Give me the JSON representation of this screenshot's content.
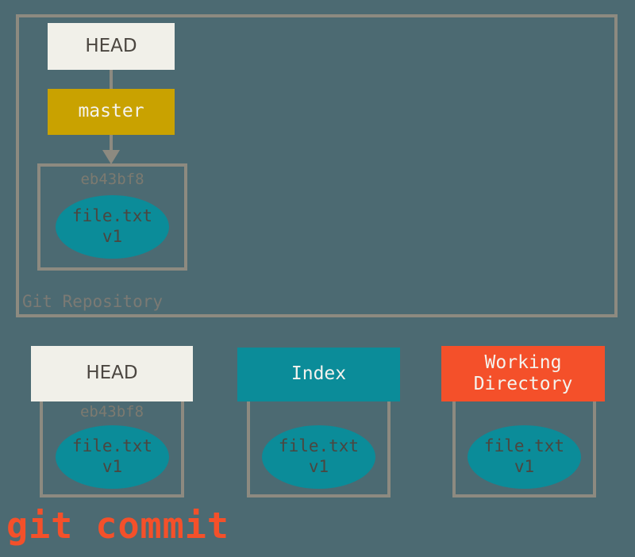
{
  "diagram": {
    "title": "git commit",
    "caption": "git commit",
    "background_color": "#4c6a72",
    "frame_color": "#8d8a80"
  },
  "repository": {
    "label": "Git Repository",
    "head": {
      "label": "HEAD",
      "color": "#f1f0e9"
    },
    "branch": {
      "label": "master",
      "color": "#c9a200"
    },
    "commit": {
      "sha": "eb43bf8",
      "blob": {
        "file": "file.txt",
        "version": "v1",
        "color": "#0b8c99"
      }
    }
  },
  "areas": [
    {
      "name": "head",
      "label": "HEAD",
      "header_color": "#f1f0e9",
      "header_text_color": "#4b4640",
      "sha": "eb43bf8",
      "blob": {
        "file": "file.txt",
        "version": "v1"
      }
    },
    {
      "name": "index",
      "label": "Index",
      "header_color": "#0b8c99",
      "header_text_color": "#f4f3ee",
      "sha": "",
      "blob": {
        "file": "file.txt",
        "version": "v1"
      }
    },
    {
      "name": "working-directory",
      "label_line1": "Working",
      "label_line2": "Directory",
      "header_color": "#f4502a",
      "header_text_color": "#f4f3ee",
      "sha": "",
      "blob": {
        "file": "file.txt",
        "version": "v1"
      }
    }
  ]
}
